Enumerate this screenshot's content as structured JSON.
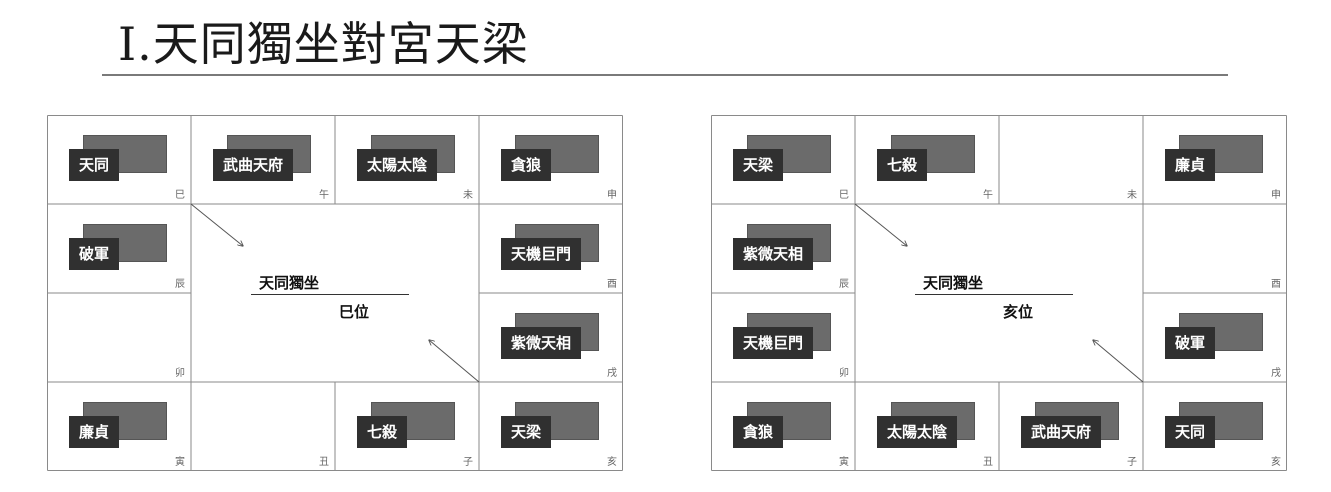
{
  "title": "Ⅰ.天同獨坐對宮天梁",
  "charts": [
    {
      "id": "left",
      "center_title": "天同獨坐",
      "center_position": "巳位",
      "cells": [
        {
          "branch": "巳",
          "stars": "天同"
        },
        {
          "branch": "午",
          "stars": "武曲天府"
        },
        {
          "branch": "未",
          "stars": "太陽太陰"
        },
        {
          "branch": "申",
          "stars": "貪狼"
        },
        {
          "branch": "辰",
          "stars": "破軍"
        },
        {
          "branch": "酉",
          "stars": "天機巨門"
        },
        {
          "branch": "卯",
          "stars": ""
        },
        {
          "branch": "戌",
          "stars": "紫微天相"
        },
        {
          "branch": "寅",
          "stars": "廉貞"
        },
        {
          "branch": "丑",
          "stars": ""
        },
        {
          "branch": "子",
          "stars": "七殺"
        },
        {
          "branch": "亥",
          "stars": "天梁"
        }
      ]
    },
    {
      "id": "right",
      "center_title": "天同獨坐",
      "center_position": "亥位",
      "cells": [
        {
          "branch": "巳",
          "stars": "天梁"
        },
        {
          "branch": "午",
          "stars": "七殺"
        },
        {
          "branch": "未",
          "stars": ""
        },
        {
          "branch": "申",
          "stars": "廉貞"
        },
        {
          "branch": "辰",
          "stars": "紫微天相"
        },
        {
          "branch": "酉",
          "stars": ""
        },
        {
          "branch": "卯",
          "stars": "天機巨門"
        },
        {
          "branch": "戌",
          "stars": "破軍"
        },
        {
          "branch": "寅",
          "stars": "貪狼"
        },
        {
          "branch": "丑",
          "stars": "太陽太陰"
        },
        {
          "branch": "子",
          "stars": "武曲天府"
        },
        {
          "branch": "亥",
          "stars": "天同"
        }
      ]
    }
  ]
}
